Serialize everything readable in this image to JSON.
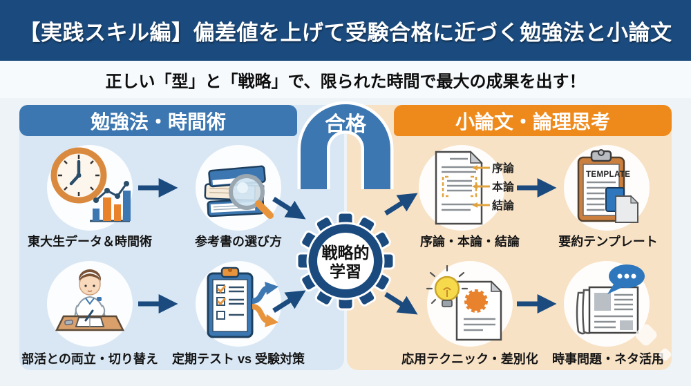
{
  "title": "【実践スキル編】偏差値を上げて受験合格に近づく勉強法と小論文",
  "subtitle": "正しい「型」と「戦略」で、限られた時間で最大の成果を出す！",
  "center": {
    "goal_label": "合格",
    "gear_label_line1": "戦略的",
    "gear_label_line2": "学習"
  },
  "left_panel": {
    "header": "勉強法・時間術",
    "items": [
      {
        "label": "東大生データ＆時間術",
        "icon": "clock-chart-icon"
      },
      {
        "label": "参考書の選び方",
        "icon": "books-magnifier-icon"
      },
      {
        "label": "部活との両立・切り替え",
        "icon": "student-desk-icon"
      },
      {
        "label": "定期テスト vs 受験対策",
        "icon": "checklist-branch-icon"
      }
    ]
  },
  "right_panel": {
    "header": "小論文・論理思考",
    "items": [
      {
        "label": "序論・本論・結論",
        "icon": "essay-structure-icon"
      },
      {
        "label": "要約テンプレート",
        "icon": "template-clipboard-icon"
      },
      {
        "label": "応用テクニック・差別化",
        "icon": "lightbulb-badge-icon"
      },
      {
        "label": "時事問題・ネタ活用",
        "icon": "newspaper-bubble-icon"
      }
    ]
  },
  "icon_texts": {
    "essay_labels": [
      "序論",
      "本論",
      "結論"
    ],
    "template_text": "TEMPLATE"
  },
  "colors": {
    "banner_bg": "#1b4b7e",
    "blue_header": "#3c77b1",
    "orange_header": "#ee8a1c",
    "left_panel_bg": "#d9e7f4",
    "right_panel_bg": "#f8e2c6",
    "page_bg": "#edf3f6",
    "arrow": "#1b4b7e",
    "accent_orange": "#e8832c"
  }
}
